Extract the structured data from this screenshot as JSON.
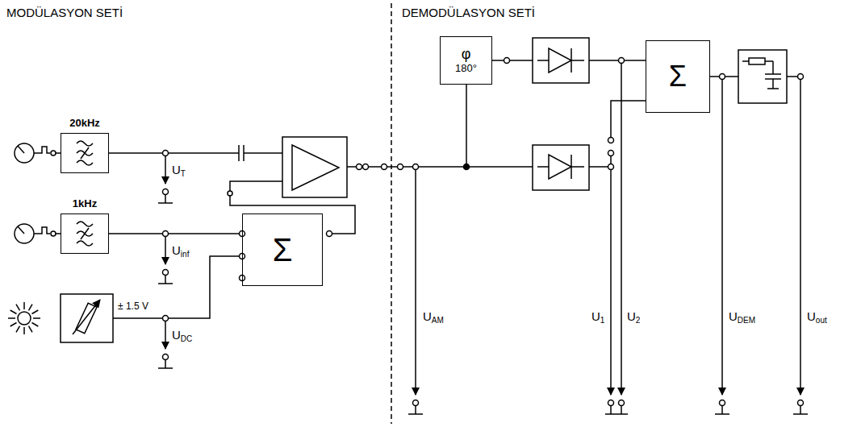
{
  "diagram": {
    "nodes": [
      {
        "text": [
          "20kHz"
        ]
      },
      {
        "text": [
          "1kHz"
        ]
      },
      {
        "text": [
          "Σ"
        ]
      },
      {
        "text": [
          "φ",
          "180°"
        ]
      },
      {
        "text": [
          "Σ"
        ]
      }
    ],
    "edges": [
      {
        "from": 1,
        "to": 2,
        "arrow": "none"
      }
    ],
    "labels": [
      "MODÜLASYON SETİ",
      "DEMODÜLASYON SETİ",
      "UT",
      "Uinf",
      "± 1.5 V",
      "UDC",
      "UAM",
      "U1",
      "U2",
      "UDEM",
      "Uout"
    ]
  }
}
